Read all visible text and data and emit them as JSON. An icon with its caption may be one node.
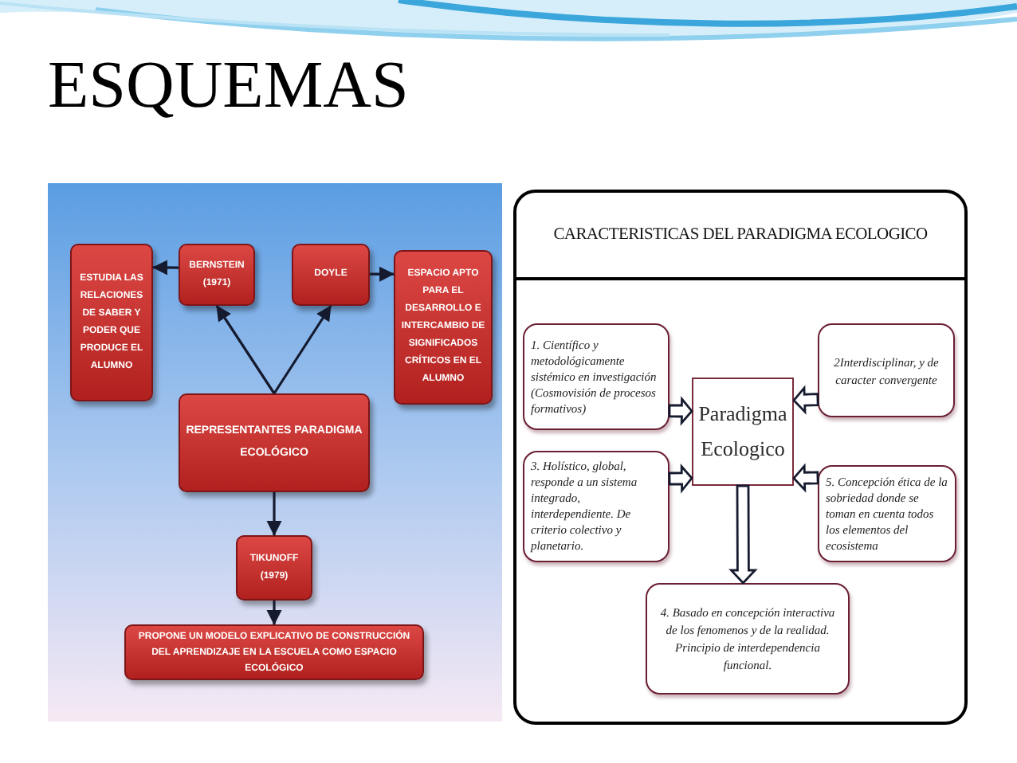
{
  "diagram": {
    "title": "ESQUEMAS",
    "nodes": [
      {
        "text": [
          "ESTUDIA LAS RELACIONES DE SABER Y PODER QUE PRODUCE EL ALUMNO"
        ]
      },
      {
        "text": [
          "BERNSTEIN (1971)"
        ]
      },
      {
        "text": [
          "DOYLE"
        ]
      },
      {
        "text": [
          "ESPACIO APTO PARA EL DESARROLLO E INTERCAMBIO DE SIGNIFICADOS CRÍTICOS EN EL ALUMNO"
        ]
      },
      {
        "text": [
          "REPRESENTANTES PARADIGMA ECOLÓGICO"
        ]
      },
      {
        "text": [
          "TIKUNOFF (1979)"
        ]
      },
      {
        "text": [
          "PROPONE UN MODELO EXPLICATIVO DE CONSTRUCCIÓN DEL APRENDIZAJE EN LA ESCUELA COMO ESPACIO ECOLÓGICO"
        ]
      },
      {
        "text": [
          "CARACTERISTICAS DEL PARADIGMA ECOLOGICO"
        ]
      },
      {
        "text": [
          "1. Científico y metodológicamente sistémico en investigación (Cosmovisión de procesos formativos)"
        ],
        "in": 7
      },
      {
        "text": [
          "2Interdisciplinar, y de caracter convergente"
        ],
        "in": 7
      },
      {
        "text": [
          "Paradigma Ecologico"
        ],
        "in": 7
      },
      {
        "text": [
          "3. Holístico, global, responde a un sistema integrado, interdependiente. De criterio colectivo y planetario."
        ],
        "in": 7
      },
      {
        "text": [
          "5. Concepción ética de la sobriedad donde se toman en cuenta todos los elementos del ecosistema"
        ],
        "in": 7
      },
      {
        "text": [
          "4. Basado en concepción interactiva de los fenomenos y de la realidad. Principio de interdependencia funcional."
        ],
        "in": 7
      }
    ],
    "edges": [
      {
        "from": 1,
        "to": 0,
        "arrow": "to"
      },
      {
        "from": 2,
        "to": 3,
        "arrow": "to"
      },
      {
        "from": 4,
        "to": 1,
        "arrow": "to"
      },
      {
        "from": 4,
        "to": 2,
        "arrow": "to"
      },
      {
        "from": 4,
        "to": 5,
        "arrow": "to"
      },
      {
        "from": 5,
        "to": 6,
        "arrow": "to"
      },
      {
        "from": 8,
        "to": 10,
        "arrow": "to",
        "style": "thick"
      },
      {
        "from": 9,
        "to": 10,
        "arrow": "to",
        "style": "thick"
      },
      {
        "from": 11,
        "to": 10,
        "arrow": "to",
        "style": "thick"
      },
      {
        "from": 12,
        "to": 10,
        "arrow": "to",
        "style": "thick"
      },
      {
        "from": 10,
        "to": 13,
        "arrow": "to",
        "style": "thick"
      }
    ]
  }
}
